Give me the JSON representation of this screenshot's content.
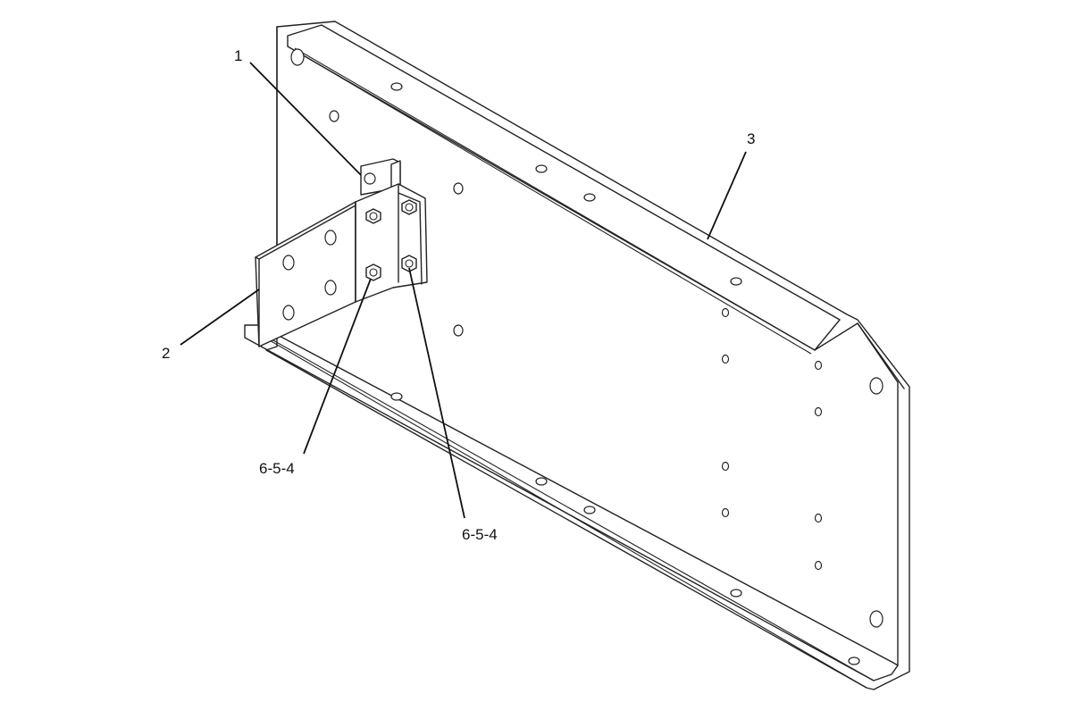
{
  "callouts": {
    "c1": "1",
    "c2": "2",
    "c3": "3",
    "c4": "6-5-4",
    "c5": "6-5-4"
  },
  "colors": {
    "line": "#222222",
    "background": "#ffffff"
  }
}
